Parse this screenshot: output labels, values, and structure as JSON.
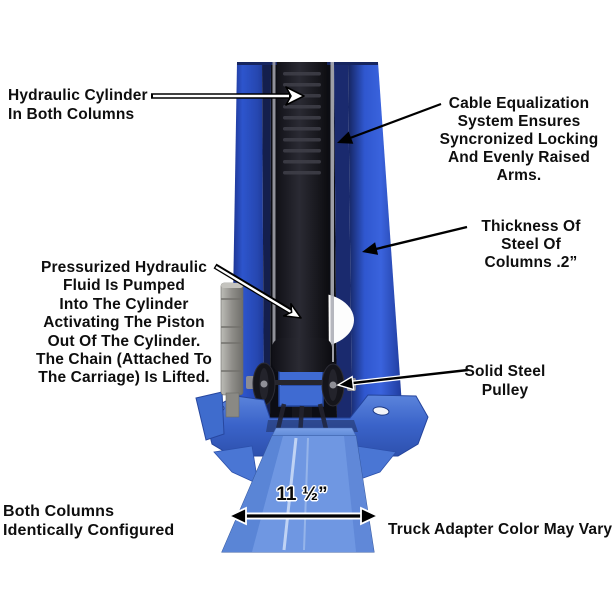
{
  "figure": {
    "subject": "Two-post lift column annotated cutaway",
    "background": "#ffffff"
  },
  "labels": {
    "hydraulic_cylinder": {
      "text": "Hydraulic Cylinder\nIn Both Columns"
    },
    "cable_equalization": {
      "text": "Cable Equalization\nSystem Ensures\nSyncronized Locking\nAnd Evenly Raised Arms."
    },
    "steel_thickness": {
      "text": "Thickness Of\nSteel Of\nColumns .2”"
    },
    "hydraulic_operation": {
      "text": "Pressurized Hydraulic\nFluid Is Pumped\nInto The Cylinder\nActivating The Piston\nOut Of The Cylinder.\nThe Chain (Attached To\nThe Carriage) Is Lifted."
    },
    "solid_steel_pulley": {
      "text": "Solid Steel\nPulley"
    },
    "both_columns": {
      "text": "Both Columns\nIdentically Configured"
    },
    "truck_adapter": {
      "text": "Truck Adapter Color May Vary"
    },
    "base_width": {
      "text": "11 ½”"
    }
  },
  "colors": {
    "column_blue": "#2d55cd",
    "column_navy": "#1a2a6e",
    "channel_black": "#0c0d13",
    "base_plate_blue": "#3b67cf",
    "ramp_blue": "#6f97e2",
    "cylinder_black": "#141419",
    "steel_gray": "#9a9995",
    "text": "#0e0e0e",
    "background": "#ffffff"
  }
}
